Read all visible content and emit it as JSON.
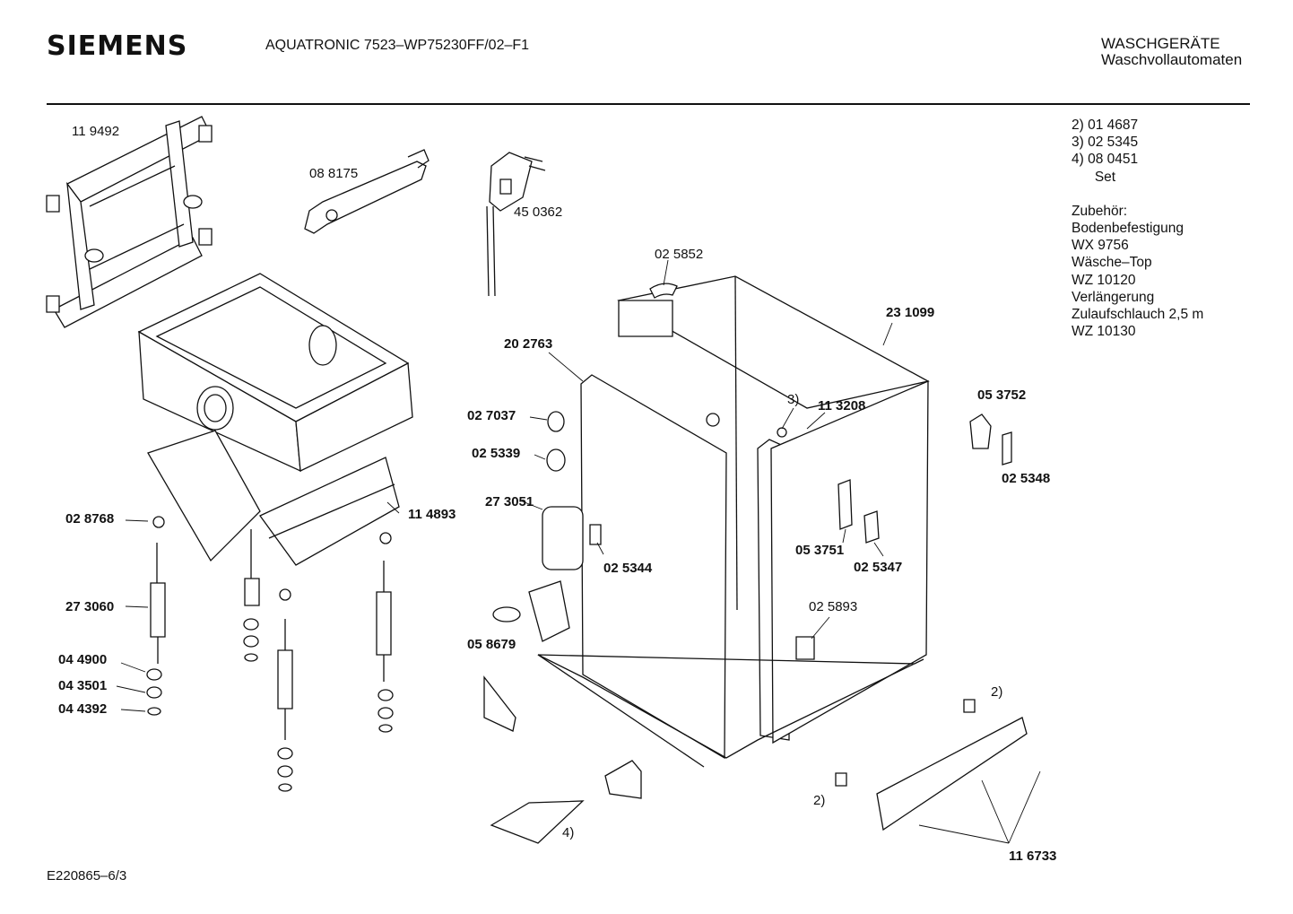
{
  "header": {
    "brand": "SIEMENS",
    "model": "AQUATRONIC 7523–WP75230FF/02–F1",
    "category": "WASCHGERÄTE",
    "subcategory": "Waschvollautomaten"
  },
  "notes": {
    "lines": [
      "2)  01 4687",
      "3)  02 5345",
      "4)  08 0451",
      "      Set",
      "",
      "Zubehör:",
      "Bodenbefestigung",
      "WX 9756",
      "Wäsche–Top",
      "WZ 10120",
      "Verlängerung",
      "Zulaufschlauch 2,5 m",
      "WZ 10130"
    ]
  },
  "parts": {
    "p119492": "11 9492",
    "p088175": "08 8175",
    "p450362": "45 0362",
    "p025852": "02 5852",
    "p231099": "23 1099",
    "p202763": "20 2763",
    "p027037": "02 7037",
    "p025339": "02 5339",
    "p273051": "27 3051",
    "p025344": "02 5344",
    "p058679": "05 8679",
    "p028768": "02 8768",
    "p114893": "11 4893",
    "p273060": "27 3060",
    "p044900": "04 4900",
    "p043501": "04 3501",
    "p044392": "04 4392",
    "ref3": "3)",
    "p113208": "11 3208",
    "p053752": "05 3752",
    "p025348": "02 5348",
    "p053751": "05 3751",
    "p025347": "02 5347",
    "p025893": "02 5893",
    "ref2a": "2)",
    "ref2b": "2)",
    "ref4": "4)",
    "p116733": "11 6733"
  },
  "footer": {
    "drawing_no": "E220865–6/3"
  }
}
